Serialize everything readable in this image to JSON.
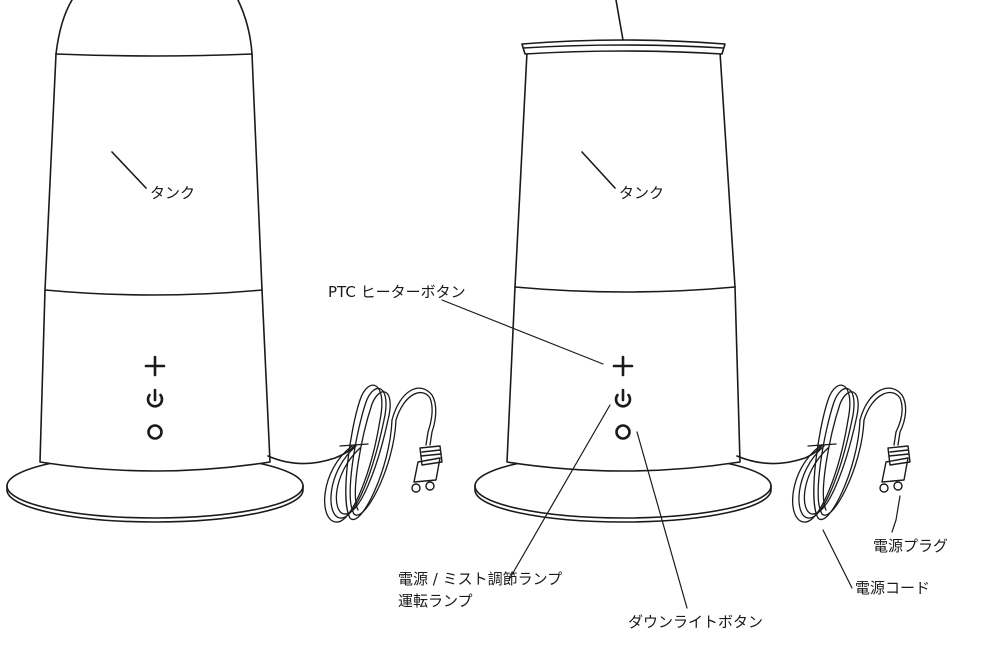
{
  "header_note": "・・・・・・・・・・・・・・・・・・・・・・・・・・・",
  "left_unit": {
    "tank_label": "タンク",
    "buttons": [
      "+",
      "power-icon",
      "circle-icon"
    ]
  },
  "right_unit": {
    "tank_label": "タンク",
    "ptc_label": "PTC ヒーターボタン",
    "power_label_line1": "電源 / ミスト調節ランプ",
    "power_label_line2": "運転ランプ",
    "downlight_label": "ダウンライトボタン",
    "cord_label": "電源コード",
    "plug_label": "電源プラグ",
    "buttons": [
      "+",
      "power-icon",
      "circle-icon"
    ]
  },
  "colors": {
    "line": "#1a1a1a",
    "background": "#ffffff"
  }
}
